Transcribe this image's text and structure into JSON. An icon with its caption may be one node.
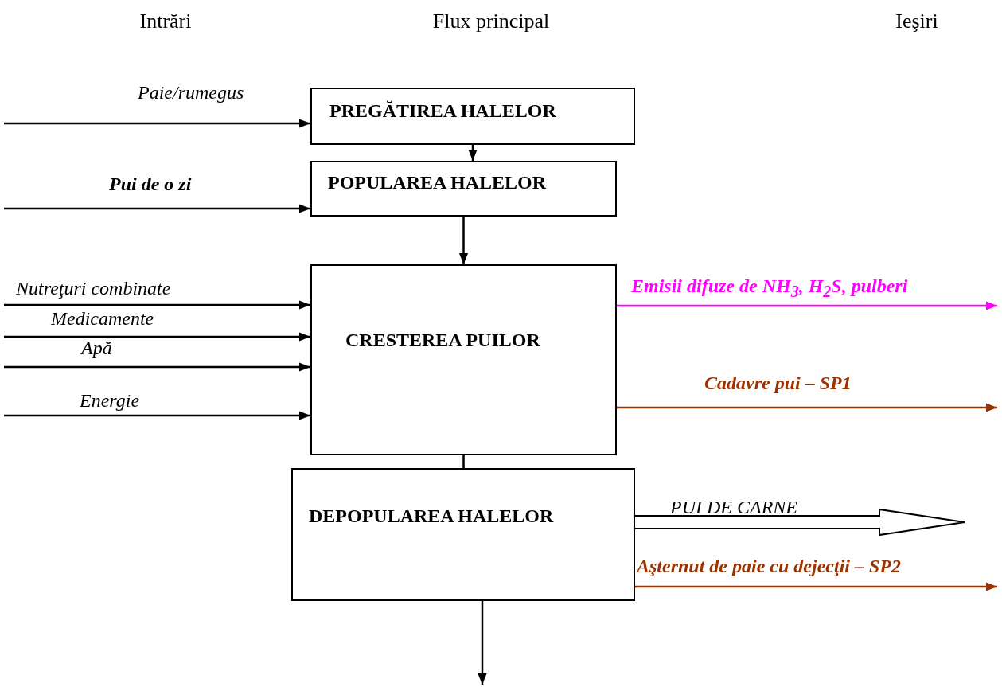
{
  "diagram": {
    "nodes": [
      {
        "text": [
          "PREGĂTIREA HALELOR"
        ]
      },
      {
        "text": [
          "POPULAREA HALELOR"
        ]
      },
      {
        "text": [
          "CRESTEREA PUILOR"
        ]
      },
      {
        "text": [
          "DEPOPULAREA HALELOR"
        ]
      }
    ],
    "edges": [
      {
        "from": null,
        "to": 0,
        "arrow": "to",
        "label": "Paie/rumegus"
      },
      {
        "from": 0,
        "to": 1,
        "arrow": "to"
      },
      {
        "from": null,
        "to": 1,
        "arrow": "to",
        "label": "Pui de o zi"
      },
      {
        "from": 1,
        "to": 2,
        "arrow": "to"
      },
      {
        "from": null,
        "to": 2,
        "arrow": "to",
        "label": "Nutreţuri combinate"
      },
      {
        "from": null,
        "to": 2,
        "arrow": "to",
        "label": "Medicamente"
      },
      {
        "from": null,
        "to": 2,
        "arrow": "to",
        "label": "Apă"
      },
      {
        "from": null,
        "to": 2,
        "arrow": "to",
        "label": "Energie"
      },
      {
        "from": 2,
        "to": null,
        "arrow": "to",
        "label": "Emisii difuze de NH$_{3}$, H$_{2}$S, pulberi",
        "color": "#ff00ff"
      },
      {
        "from": 2,
        "to": null,
        "arrow": "to",
        "label": "Cadavre pui – SP1",
        "color": "#993300"
      },
      {
        "from": 2,
        "to": 3,
        "arrow": "none"
      },
      {
        "from": 3,
        "to": null,
        "arrow": "to",
        "label": "PUI DE CARNE",
        "style": "thick"
      },
      {
        "from": 3,
        "to": null,
        "arrow": "to",
        "label": "Aşternut de paie cu dejecţii – SP2",
        "color": "#993300"
      },
      {
        "from": 3,
        "to": null,
        "arrow": "to"
      }
    ],
    "labels": [
      "Intrări",
      "Flux principal",
      "Ieşiri"
    ]
  }
}
